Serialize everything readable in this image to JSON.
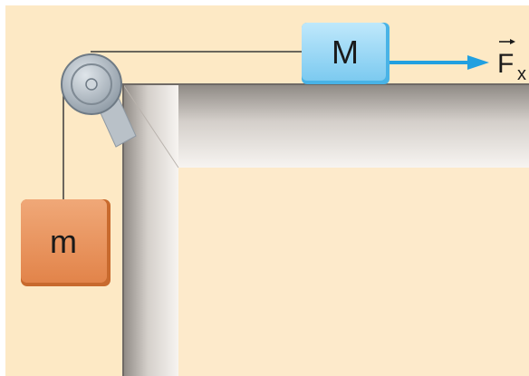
{
  "diagram": {
    "blocks": {
      "table_block": {
        "label": "M",
        "fill": "#8fd3f4",
        "edge": "#49b3e6"
      },
      "hanging_block": {
        "label": "m",
        "fill": "#e8925a",
        "edge": "#c86a2e"
      }
    },
    "force": {
      "symbol": "F",
      "subscript": "x",
      "color": "#22a0e0"
    },
    "colors": {
      "panel_background": "#fde9c5",
      "table_surface": "#fdeacb",
      "table_frame": "#c9c4bf",
      "pulley": "#a6b1bb",
      "rope": "#3a3a3a"
    },
    "icons": [
      "pulley-icon",
      "force-arrow-icon"
    ]
  }
}
